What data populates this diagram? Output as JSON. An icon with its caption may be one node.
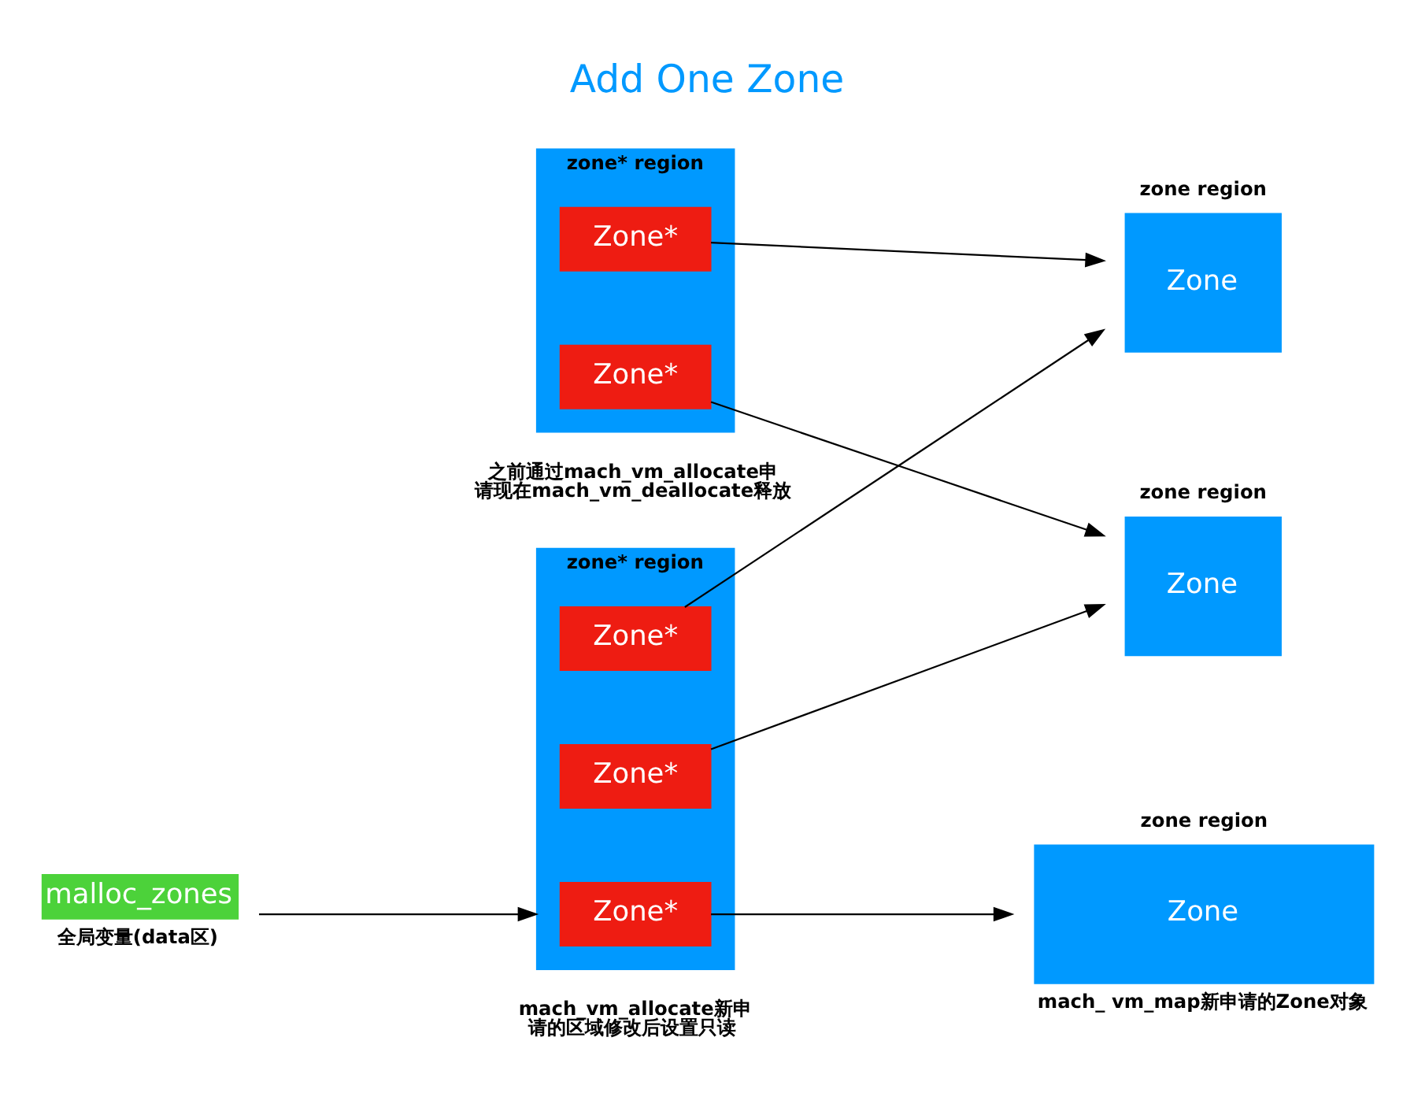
{
  "diagram": {
    "title": "Add One Zone",
    "nodes": [
      {
        "text": [
          "zone* region"
        ],
        "beside": [
          "之前通过mach_vm_allocate申请现在mach_vm_deallocate释放"
        ]
      },
      {
        "text": [
          "Zone*"
        ],
        "in": 0
      },
      {
        "text": [
          "Zone*"
        ],
        "in": 0
      },
      {
        "text": [
          "zone region",
          "Zone"
        ]
      },
      {
        "text": [
          "zone region",
          "Zone"
        ]
      },
      {
        "text": [
          "malloc_zones"
        ],
        "beside": [
          "全局变量(data区)"
        ]
      },
      {
        "text": [
          "zone* region"
        ],
        "beside": [
          "mach_vm_allocate新申请的区域修改后设置只读"
        ]
      },
      {
        "text": [
          "Zone*"
        ],
        "in": 6
      },
      {
        "text": [
          "Zone*"
        ],
        "in": 6
      },
      {
        "text": [
          "Zone*"
        ],
        "in": 6
      },
      {
        "text": [
          "zone region",
          "Zone"
        ],
        "beside": [
          "mach_ vm_map新申请的Zone对象"
        ]
      }
    ],
    "edges": [
      {
        "from": 1,
        "to": 3,
        "arrow": "to"
      },
      {
        "from": 2,
        "to": 4,
        "arrow": "to"
      },
      {
        "from": 5,
        "to": 6,
        "arrow": "to"
      },
      {
        "from": 7,
        "to": 3,
        "arrow": "to"
      },
      {
        "from": 8,
        "to": 4,
        "arrow": "to"
      },
      {
        "from": 9,
        "to": 10,
        "arrow": "to"
      }
    ]
  }
}
